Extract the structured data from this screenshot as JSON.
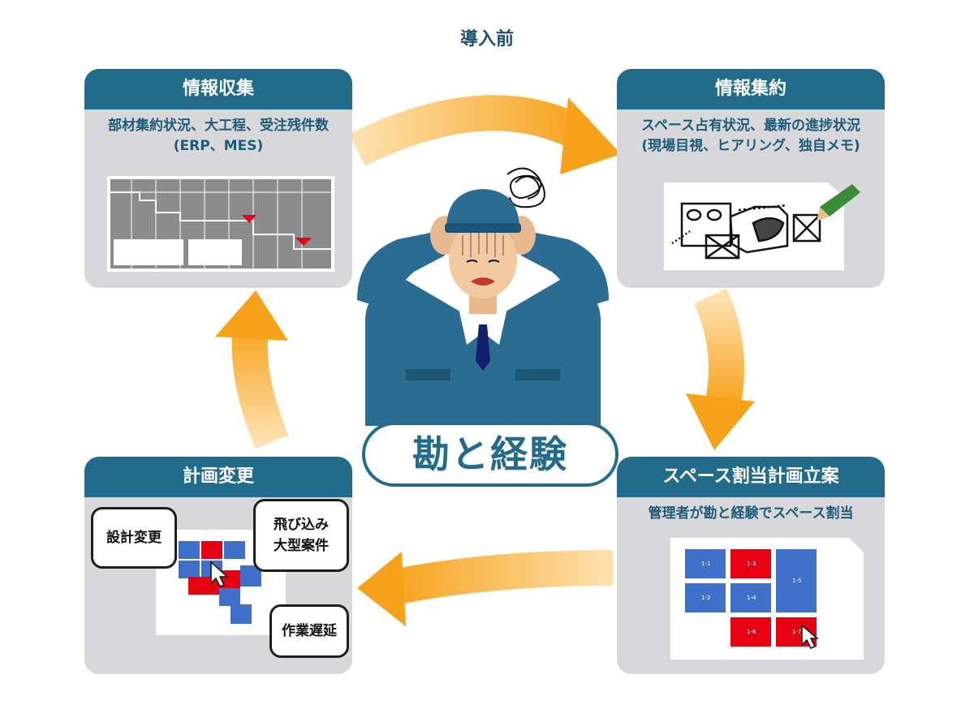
{
  "title": "導入前",
  "center_label": "勘と経験",
  "cards": {
    "collect": {
      "title": "情報収集",
      "line1": "部材集約状況、大工程、受注残件数",
      "line2": "(ERP、MES)"
    },
    "aggregate": {
      "title": "情報集約",
      "line1": "スペース占有状況、最新の進捗状況",
      "line2": "(現場目視、ヒアリング、独自メモ)"
    },
    "plan": {
      "title": "スペース割当計画立案",
      "line1": "管理者が勘と経験でスペース割当",
      "cells": [
        "1-1",
        "1-3",
        "1-5",
        "1-2",
        "1-4",
        "1-6",
        "1-7"
      ]
    },
    "change": {
      "title": "計画変更",
      "bubbles": {
        "design": "設計変更",
        "urgent_line1": "飛び込み",
        "urgent_line2": "大型案件",
        "delay": "作業遅延"
      }
    }
  },
  "colors": {
    "header": "#236b8a",
    "card_bg": "#d8d8da",
    "arrow": "#f7a21b",
    "blue_cell": "#3f6fc9",
    "red_cell": "#e60012"
  }
}
